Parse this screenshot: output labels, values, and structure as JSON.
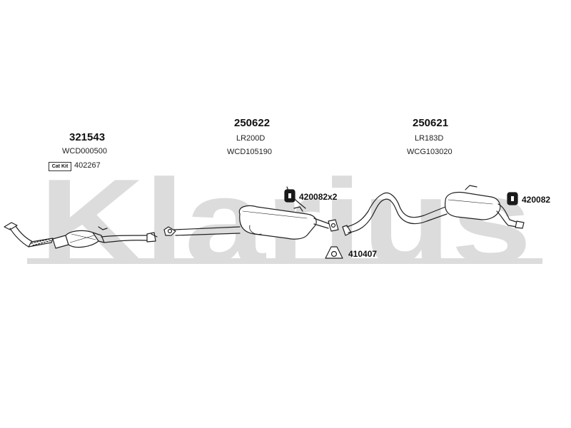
{
  "watermark": {
    "text": "Klarius",
    "color": "#d9d9d9"
  },
  "groups": [
    {
      "part_number": "321543",
      "codes": [
        "WCD000500"
      ],
      "cat_kit_label": "Cat Kit",
      "cat_kit_number": "402267"
    },
    {
      "part_number": "250622",
      "codes": [
        "LR200D",
        "WCD105190"
      ]
    },
    {
      "part_number": "250621",
      "codes": [
        "LR183D",
        "WCG103020"
      ]
    }
  ],
  "accessories": [
    {
      "number": "420082x2",
      "icon": "rubber-mount-icon"
    },
    {
      "number": "410407",
      "icon": "gasket-icon"
    },
    {
      "number": "420082",
      "icon": "rubber-mount-icon"
    }
  ],
  "colors": {
    "line": "#222222",
    "watermark": "#d9d9d9"
  }
}
